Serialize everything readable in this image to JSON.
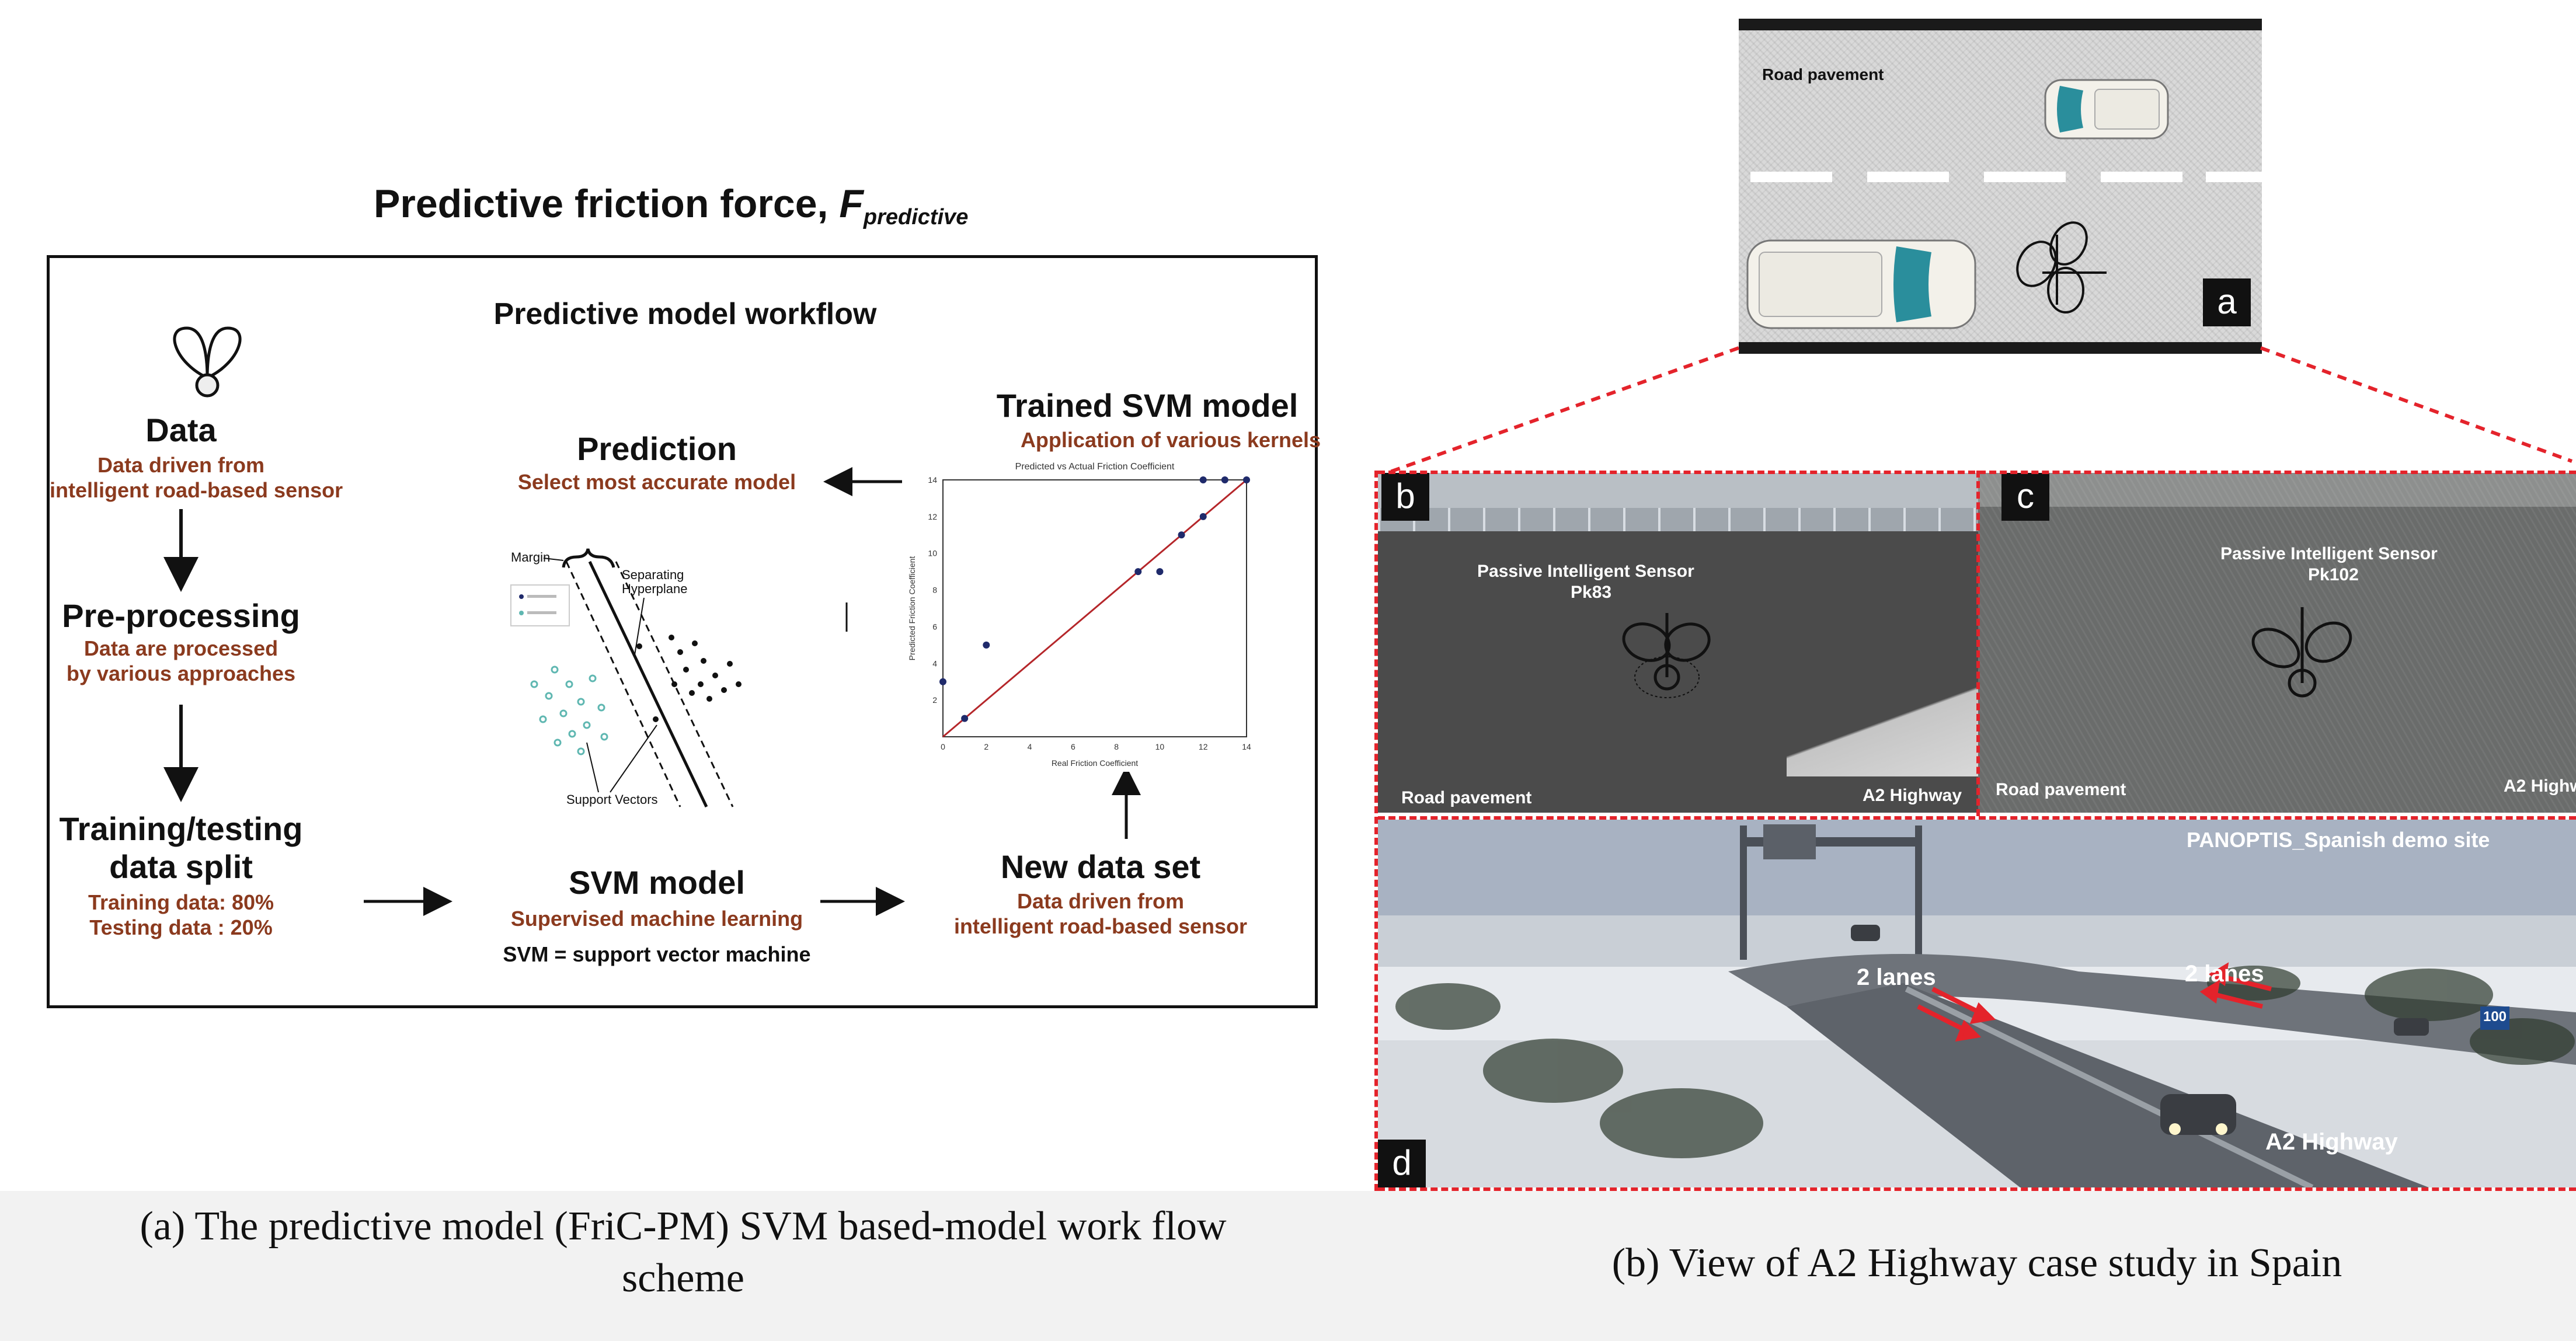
{
  "left_figure": {
    "title_main": "Predictive friction force, ",
    "title_symbol": "F",
    "title_subscript": "predictive",
    "workflow_title": "Predictive model workflow",
    "data": {
      "title": "Data",
      "sub1": "Data driven from",
      "sub2": "intelligent road-based sensor"
    },
    "preprocessing": {
      "title": "Pre-processing",
      "sub1": "Data are processed",
      "sub2": "by various approaches"
    },
    "split": {
      "title1": "Training/testing",
      "title2": "data split",
      "sub1": "Training data: 80%",
      "sub2": "Testing data : 20%"
    },
    "prediction": {
      "title": "Prediction",
      "sub": "Select most accurate model"
    },
    "svm_model": {
      "title": "SVM model",
      "sub": "Supervised machine learning",
      "note": "SVM = support vector machine"
    },
    "trained_svm": {
      "title": "Trained SVM model",
      "sub": "Application of various kernels"
    },
    "new_data": {
      "title": "New data set",
      "sub1": "Data driven from",
      "sub2": "intelligent road-based sensor"
    },
    "svm_sketch": {
      "margin": "Margin",
      "hyperplane1": "Separating",
      "hyperplane2": "Hyperplane",
      "support_vectors": "Support Vectors"
    }
  },
  "chart_data": {
    "type": "scatter",
    "title": "Predicted vs Actual Friction Coefficient",
    "xlabel": "Real Friction Coefficient",
    "ylabel": "Predicted Friction Coefficient",
    "xlim": [
      0,
      14
    ],
    "ylim": [
      0,
      14
    ],
    "x_ticks": [
      0,
      2,
      4,
      6,
      8,
      10,
      12,
      14
    ],
    "y_ticks": [
      2,
      4,
      6,
      8,
      10,
      12,
      14
    ],
    "points": [
      {
        "x": 0,
        "y": 3
      },
      {
        "x": 1,
        "y": 1
      },
      {
        "x": 2,
        "y": 5
      },
      {
        "x": 9,
        "y": 9
      },
      {
        "x": 10,
        "y": 9
      },
      {
        "x": 11,
        "y": 11
      },
      {
        "x": 12,
        "y": 12
      },
      {
        "x": 12,
        "y": 14
      },
      {
        "x": 13,
        "y": 14
      },
      {
        "x": 14,
        "y": 14
      }
    ],
    "fit_line": [
      [
        0,
        0
      ],
      [
        14,
        14
      ]
    ],
    "colors": {
      "points": "#1f2a6b",
      "line": "#b5262a"
    }
  },
  "right_figure": {
    "panel_a": {
      "badge": "a",
      "label": "Road pavement"
    },
    "panel_b": {
      "badge": "b",
      "sensor1": "Passive Intelligent Sensor",
      "sensor2": "Pk83",
      "road": "Road pavement",
      "highway": "A2 Highway"
    },
    "panel_c": {
      "badge": "c",
      "sensor1": "Passive Intelligent Sensor",
      "sensor2": "Pk102",
      "road": "Road pavement",
      "highway": "A2 Highw"
    },
    "panel_d": {
      "badge": "d",
      "site": "PANOPTIS_Spanish demo site",
      "lanes_left": "2 lanes",
      "lanes_right": "2 lanes",
      "highway": "A2 Highway",
      "sign": "100"
    }
  },
  "captions": {
    "left_line1": "(a) The predictive model (FriC-PM) SVM based-model work flow",
    "left_line2": "scheme",
    "right": "(b) View of A2 Highway case study in Spain"
  },
  "colors": {
    "accent_brown": "#8b3a1e",
    "dashed_red": "#e4232b"
  }
}
